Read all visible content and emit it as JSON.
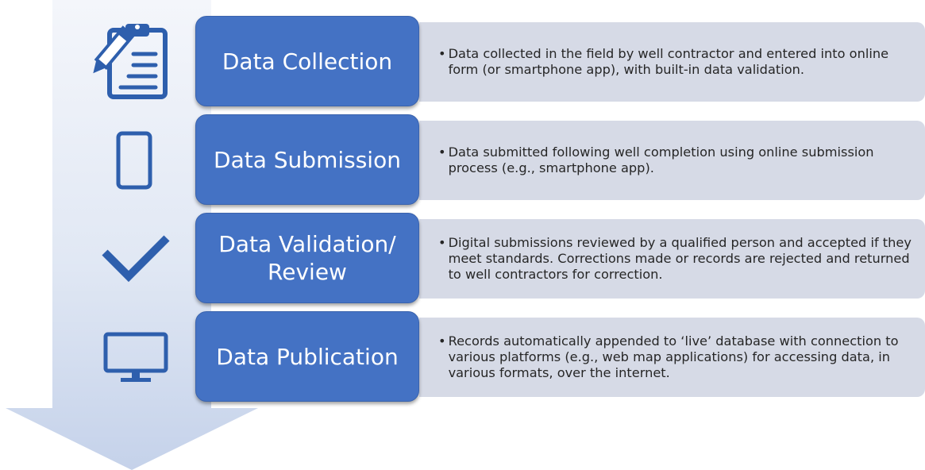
{
  "theme": {
    "step_color": "#4472c4",
    "desc_color": "#d6dae6",
    "icon_color": "#2e5fad",
    "arrow_light": "#f2f5fb",
    "arrow_dark": "#c8d4ea"
  },
  "steps": [
    {
      "icon": "clipboard-pencil-icon",
      "title": "Data Collection",
      "description": "Data collected in the field by well contractor and entered into online form (or smartphone app), with built-in data validation."
    },
    {
      "icon": "smartphone-icon",
      "title": "Data Submission",
      "description": "Data submitted following well completion using online submission process (e.g., smartphone app)."
    },
    {
      "icon": "checkmark-icon",
      "title": "Data Validation/ Review",
      "description": "Digital submissions reviewed by a qualified person and accepted if they meet standards. Corrections made or records are rejected and returned to well contractors for correction."
    },
    {
      "icon": "monitor-icon",
      "title": "Data Publication",
      "description": "Records automatically appended to ‘live’ database with connection to various platforms (e.g., web map applications) for accessing data, in various formats, over the internet."
    }
  ]
}
